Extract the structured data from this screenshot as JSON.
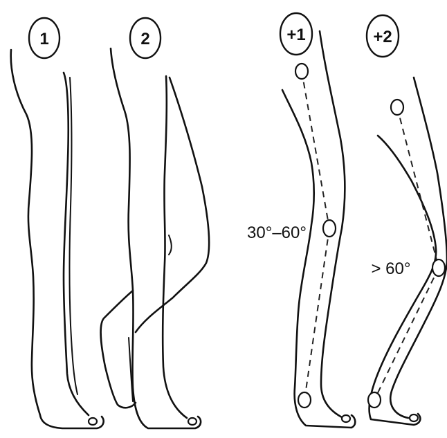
{
  "figures": [
    {
      "label": "1"
    },
    {
      "label": "2"
    },
    {
      "label": "+1",
      "angle_annotation": "30°–60°"
    },
    {
      "label": "+2",
      "angle_annotation": "> 60°"
    }
  ]
}
